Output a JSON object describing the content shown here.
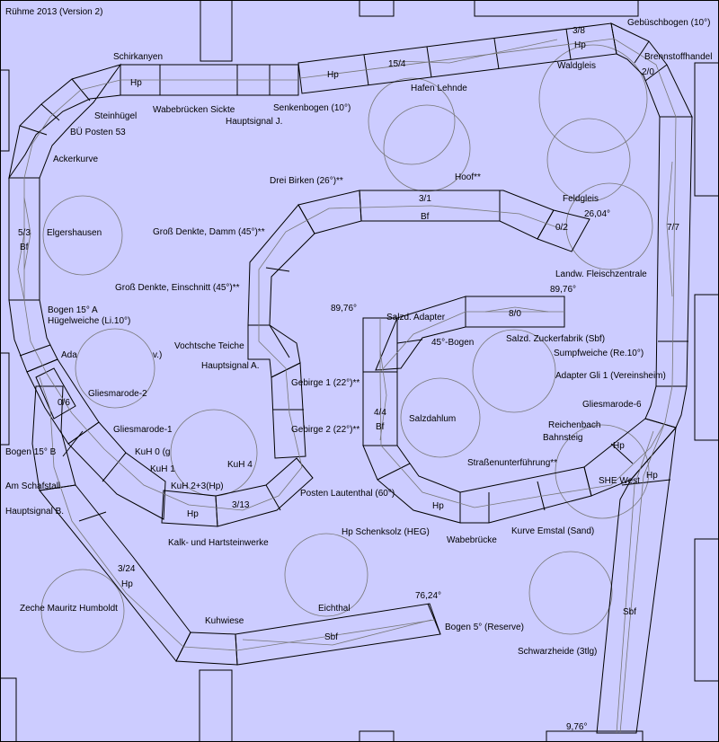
{
  "title": "Rühme 2013 (Version 2)",
  "colors": {
    "background": "#ccccff",
    "track": "#000000",
    "centerline": "#777777"
  },
  "labels": {
    "schirkanyen": "Schirkanyen",
    "steinhuegel": "Steinhügel",
    "wabebruecken_sickte": "Wabebrücken Sickte",
    "hauptsignal_j": "Hauptsignal J.",
    "senkenbogen": "Senkenbogen (10°)",
    "bue_posten53": "BÜ Posten 53",
    "ackerkurve": "Ackerkurve",
    "hafen_lehnde": "Hafen Lehnde",
    "gebueschbogen": "Gebüschbogen (10°)",
    "brennstoffhandel": "Brennstoffhandel",
    "waldgleis": "Waldgleis",
    "drei_birken": "Drei Birken (26°)**",
    "hoof": "Hoof**",
    "feldgleis": "Feldgleis",
    "elgershausen": "Elgershausen",
    "gross_denkte_damm": "Groß Denkte, Damm (45°)**",
    "gross_denkte_einschnitt": "Groß Denkte, Einschnitt (45°)**",
    "landw_fleischzentrale": "Landw. Fleischzentrale",
    "bogen15a": "Bogen 15° A",
    "huegelweiche": "Hügelweiche (Li.10°)",
    "adapter_left": "Ada",
    "adapter_left_tail": "v.)",
    "vochtsche_teiche": "Vochtsche Teiche",
    "hauptsignal_a": "Hauptsignal A.",
    "salzd_adapter": "Salzd. Adapter",
    "bogen45": "45°-Bogen",
    "salzd_zuckerfabrik": "Salzd. Zuckerfabrik (Sbf)",
    "sumpfweiche": "Sumpfweiche (Re.10°)",
    "adapter_gli1": "Adapter Gli 1 (Vereinsheim)",
    "gliesmarode2": "Gliesmarode-2",
    "gliesmarode1": "Gliesmarode-1",
    "gliesmarode6": "Gliesmarode-6",
    "gebirge1": "Gebirge 1 (22°)**",
    "gebirge2": "Gebirge 2 (22°)**",
    "salzdahlum": "Salzdahlum",
    "reichenbach_bahnsteig_1": "Reichenbach",
    "reichenbach_bahnsteig_2": "Bahnsteig",
    "kuh0": "KuH 0 (g",
    "kuh1": "KuH 1",
    "kuh4": "KuH 4",
    "kuh23": "KuH 2+3(Hp)",
    "bogen15b": "Bogen 15° B",
    "am_schafstall": "Am Schafstall",
    "hauptsignal_b": "Hauptsignal B.",
    "strassenunterfuehrung": "Straßenunterführung**",
    "she_west": "SHE West",
    "posten_lautenthal": "Posten Lautenthal (60°)",
    "kalk_hartsteinwerke": "Kalk- und Hartsteinwerke",
    "hp_schenksolz": "Hp Schenksolz (HEG)",
    "wabebruecke": "Wabebrücke",
    "kurve_emstal": "Kurve Emstal (Sand)",
    "zeche_mauritz": "Zeche Mauritz Humboldt",
    "kuhwiese": "Kuhwiese",
    "eichthal": "Eichthal",
    "bogen5": "Bogen 5° (Reserve)",
    "schwarzheide": "Schwarzheide (3tlg)"
  },
  "segment_labels": {
    "hp_schirkanyen": "Hp",
    "hp_senkenbogen": "Hp",
    "s15_4": "15/4",
    "s3_8": "3/8",
    "hp_3_8": "Hp",
    "s2_0": "2/0",
    "s5_3": "5/3",
    "bf_5_3": "Bf",
    "s3_1": "3/1",
    "bf_3_1": "Bf",
    "s0_2": "0/2",
    "s7_7": "7/7",
    "s8_0": "8/0",
    "s0_6": "0/6",
    "s4_4": "4/4",
    "bf_4_4": "Bf",
    "hp_kuh": "Hp",
    "s3_13": "3/13",
    "hp_lautenthal": "Hp",
    "hp_she1": "Hp",
    "hp_she2": "Hp",
    "s3_24": "3/24",
    "hp_3_24": "Hp",
    "sbf_eichthal": "Sbf",
    "sbf_right": "Sbf"
  },
  "angles": {
    "a2604": "26,04°",
    "a8976_right": "89,76°",
    "a8976_left": "89,76°",
    "a7624": "76,24°",
    "a976": "9,76°"
  }
}
